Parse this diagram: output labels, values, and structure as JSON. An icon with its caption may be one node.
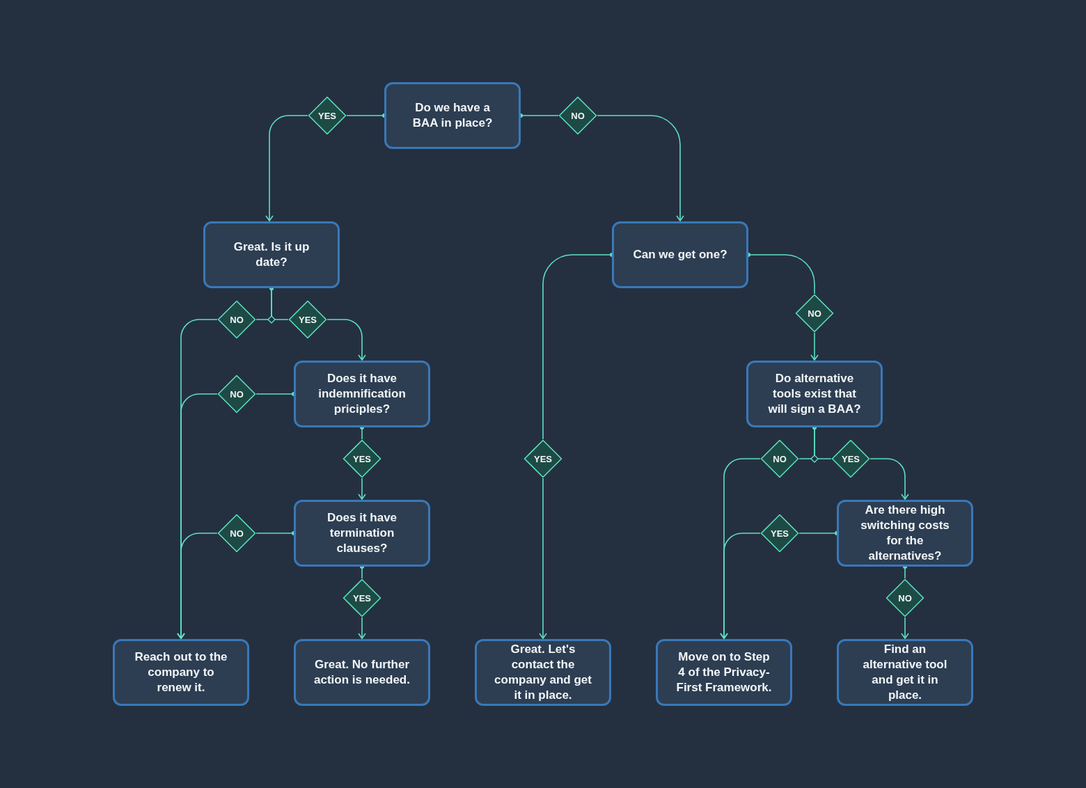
{
  "diagram": {
    "nodes": [
      {
        "text": [
          "Do we have a BAA in place?"
        ]
      },
      {
        "text": [
          "YES"
        ]
      },
      {
        "text": [
          "NO"
        ]
      },
      {
        "text": [
          "Great. Is it up date?"
        ]
      },
      {
        "text": [
          "Can we get one?"
        ]
      },
      {
        "text": [
          "NO"
        ]
      },
      {
        "text": [
          "YES"
        ]
      },
      {
        "text": [
          "Does it have indemnification priciples?"
        ]
      },
      {
        "text": [
          "NO"
        ]
      },
      {
        "text": [
          "YES"
        ]
      },
      {
        "text": [
          "Does it have termination clauses?"
        ]
      },
      {
        "text": [
          "NO"
        ]
      },
      {
        "text": [
          "YES"
        ]
      },
      {
        "text": [
          "NO"
        ]
      },
      {
        "text": [
          "Do alternative tools exist that will sign a BAA?"
        ]
      },
      {
        "text": [
          "YES"
        ]
      },
      {
        "text": [
          "NO"
        ]
      },
      {
        "text": [
          "YES"
        ]
      },
      {
        "text": [
          "Are there high switching costs for the alternatives?"
        ]
      },
      {
        "text": [
          "YES"
        ]
      },
      {
        "text": [
          "NO"
        ]
      },
      {
        "text": [
          "Reach out to the company to renew it."
        ]
      },
      {
        "text": [
          "Great. No further action is needed."
        ]
      },
      {
        "text": [
          "Great. Let's contact the company and get it in place."
        ]
      },
      {
        "text": [
          "Move on to Step 4 of the Privacy-First Framework."
        ]
      },
      {
        "text": [
          "Find an alternative tool and get it in place."
        ]
      }
    ],
    "edges": [
      {
        "from": 0,
        "to": 1,
        "arrow": "other"
      },
      {
        "from": 1,
        "to": 3,
        "arrow": "to"
      },
      {
        "from": 0,
        "to": 2,
        "arrow": "other"
      },
      {
        "from": 2,
        "to": 4,
        "arrow": "to"
      },
      {
        "from": 3,
        "to": 5,
        "arrow": "other"
      },
      {
        "from": 3,
        "to": 6,
        "arrow": "other"
      },
      {
        "from": 5,
        "to": 21,
        "arrow": "to"
      },
      {
        "from": 6,
        "to": 7,
        "arrow": "to"
      },
      {
        "from": 7,
        "to": 8,
        "arrow": "other"
      },
      {
        "from": 8,
        "to": 21,
        "arrow": "to"
      },
      {
        "from": 7,
        "to": 9,
        "arrow": "other"
      },
      {
        "from": 9,
        "to": 10,
        "arrow": "to"
      },
      {
        "from": 10,
        "to": 11,
        "arrow": "other"
      },
      {
        "from": 11,
        "to": 21,
        "arrow": "to"
      },
      {
        "from": 10,
        "to": 12,
        "arrow": "other"
      },
      {
        "from": 12,
        "to": 22,
        "arrow": "to"
      },
      {
        "from": 4,
        "to": 15,
        "arrow": "other"
      },
      {
        "from": 15,
        "to": 23,
        "arrow": "to"
      },
      {
        "from": 4,
        "to": 13,
        "arrow": "other"
      },
      {
        "from": 13,
        "to": 14,
        "arrow": "to"
      },
      {
        "from": 14,
        "to": 16,
        "arrow": "other"
      },
      {
        "from": 14,
        "to": 17,
        "arrow": "other"
      },
      {
        "from": 16,
        "to": 24,
        "arrow": "to"
      },
      {
        "from": 17,
        "to": 18,
        "arrow": "to"
      },
      {
        "from": 18,
        "to": 19,
        "arrow": "other"
      },
      {
        "from": 19,
        "to": 24,
        "arrow": "to"
      },
      {
        "from": 18,
        "to": 20,
        "arrow": "other"
      },
      {
        "from": 20,
        "to": 25,
        "arrow": "to"
      }
    ]
  }
}
